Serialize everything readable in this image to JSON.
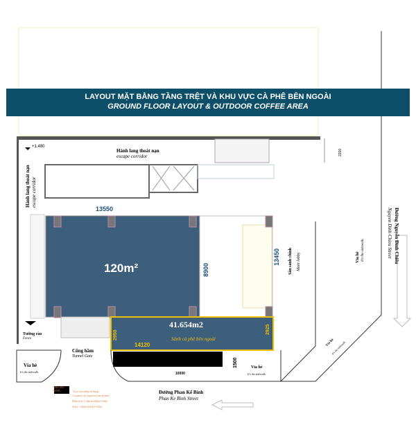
{
  "title": {
    "vi": "LAYOUT MẶT BẰNG TẦNG TRỆT VÀ KHU VỰC CÀ PHÊ BÊN NGOÀI",
    "en": "GROUND FLOOR LAYOUT & OUTDOOR COFFEE AREA"
  },
  "level": "+1.480",
  "labels": {
    "corridor_top_vi": "Hành lang thoát nạn",
    "corridor_top_en": "escape corridor",
    "corridor_left_vi": "Hành lang thoát nạn",
    "corridor_left_en": "escape corridor",
    "lobby_vi": "Sân sảnh chính",
    "lobby_en": "Main lobby",
    "fence_vi": "Tường rào",
    "fence_en": "Fence",
    "tunnel_vi": "Cổng hầm",
    "tunnel_en": "Tunnel Gate",
    "sidewalk_vi": "Vỉa hè",
    "sidewalk_en": "It's the sidewalk.",
    "street_bottom_vi": "Đường Phan Kế Bính",
    "street_bottom_en": "Phan Ke Binh Street",
    "street_right_vi": "Đường Nguyễn Đình Chiểu",
    "street_right_en": "Nguyen Dinh Chieu Street"
  },
  "areas": {
    "main": "120m²",
    "cafe": "41.654m2",
    "cafe_label": "Sảnh cà phê bên ngoài"
  },
  "dimensions": {
    "d13550": "13550",
    "d8900": "8900",
    "d13450": "13450",
    "d2950": "2950",
    "d2925": "2925",
    "d14120": "14120",
    "d1500": "1500",
    "d10000": "10000",
    "d2200": "2200"
  },
  "note": {
    "head_vi": "GHI CHÚ:",
    "head_en": "NOTE:",
    "loc_vi": "Vị trí xin phép sử dụng",
    "loc_en": "Location of requested use permit",
    "area_vi": "Diện tích: 1,5(m)x10(m)=15m2",
    "area_en": "Area: 1.5(m)x10(m)=15m2"
  },
  "colors": {
    "banner": "#0d4f68",
    "room": "#3e5f7c",
    "highlight": "#f0c000"
  }
}
